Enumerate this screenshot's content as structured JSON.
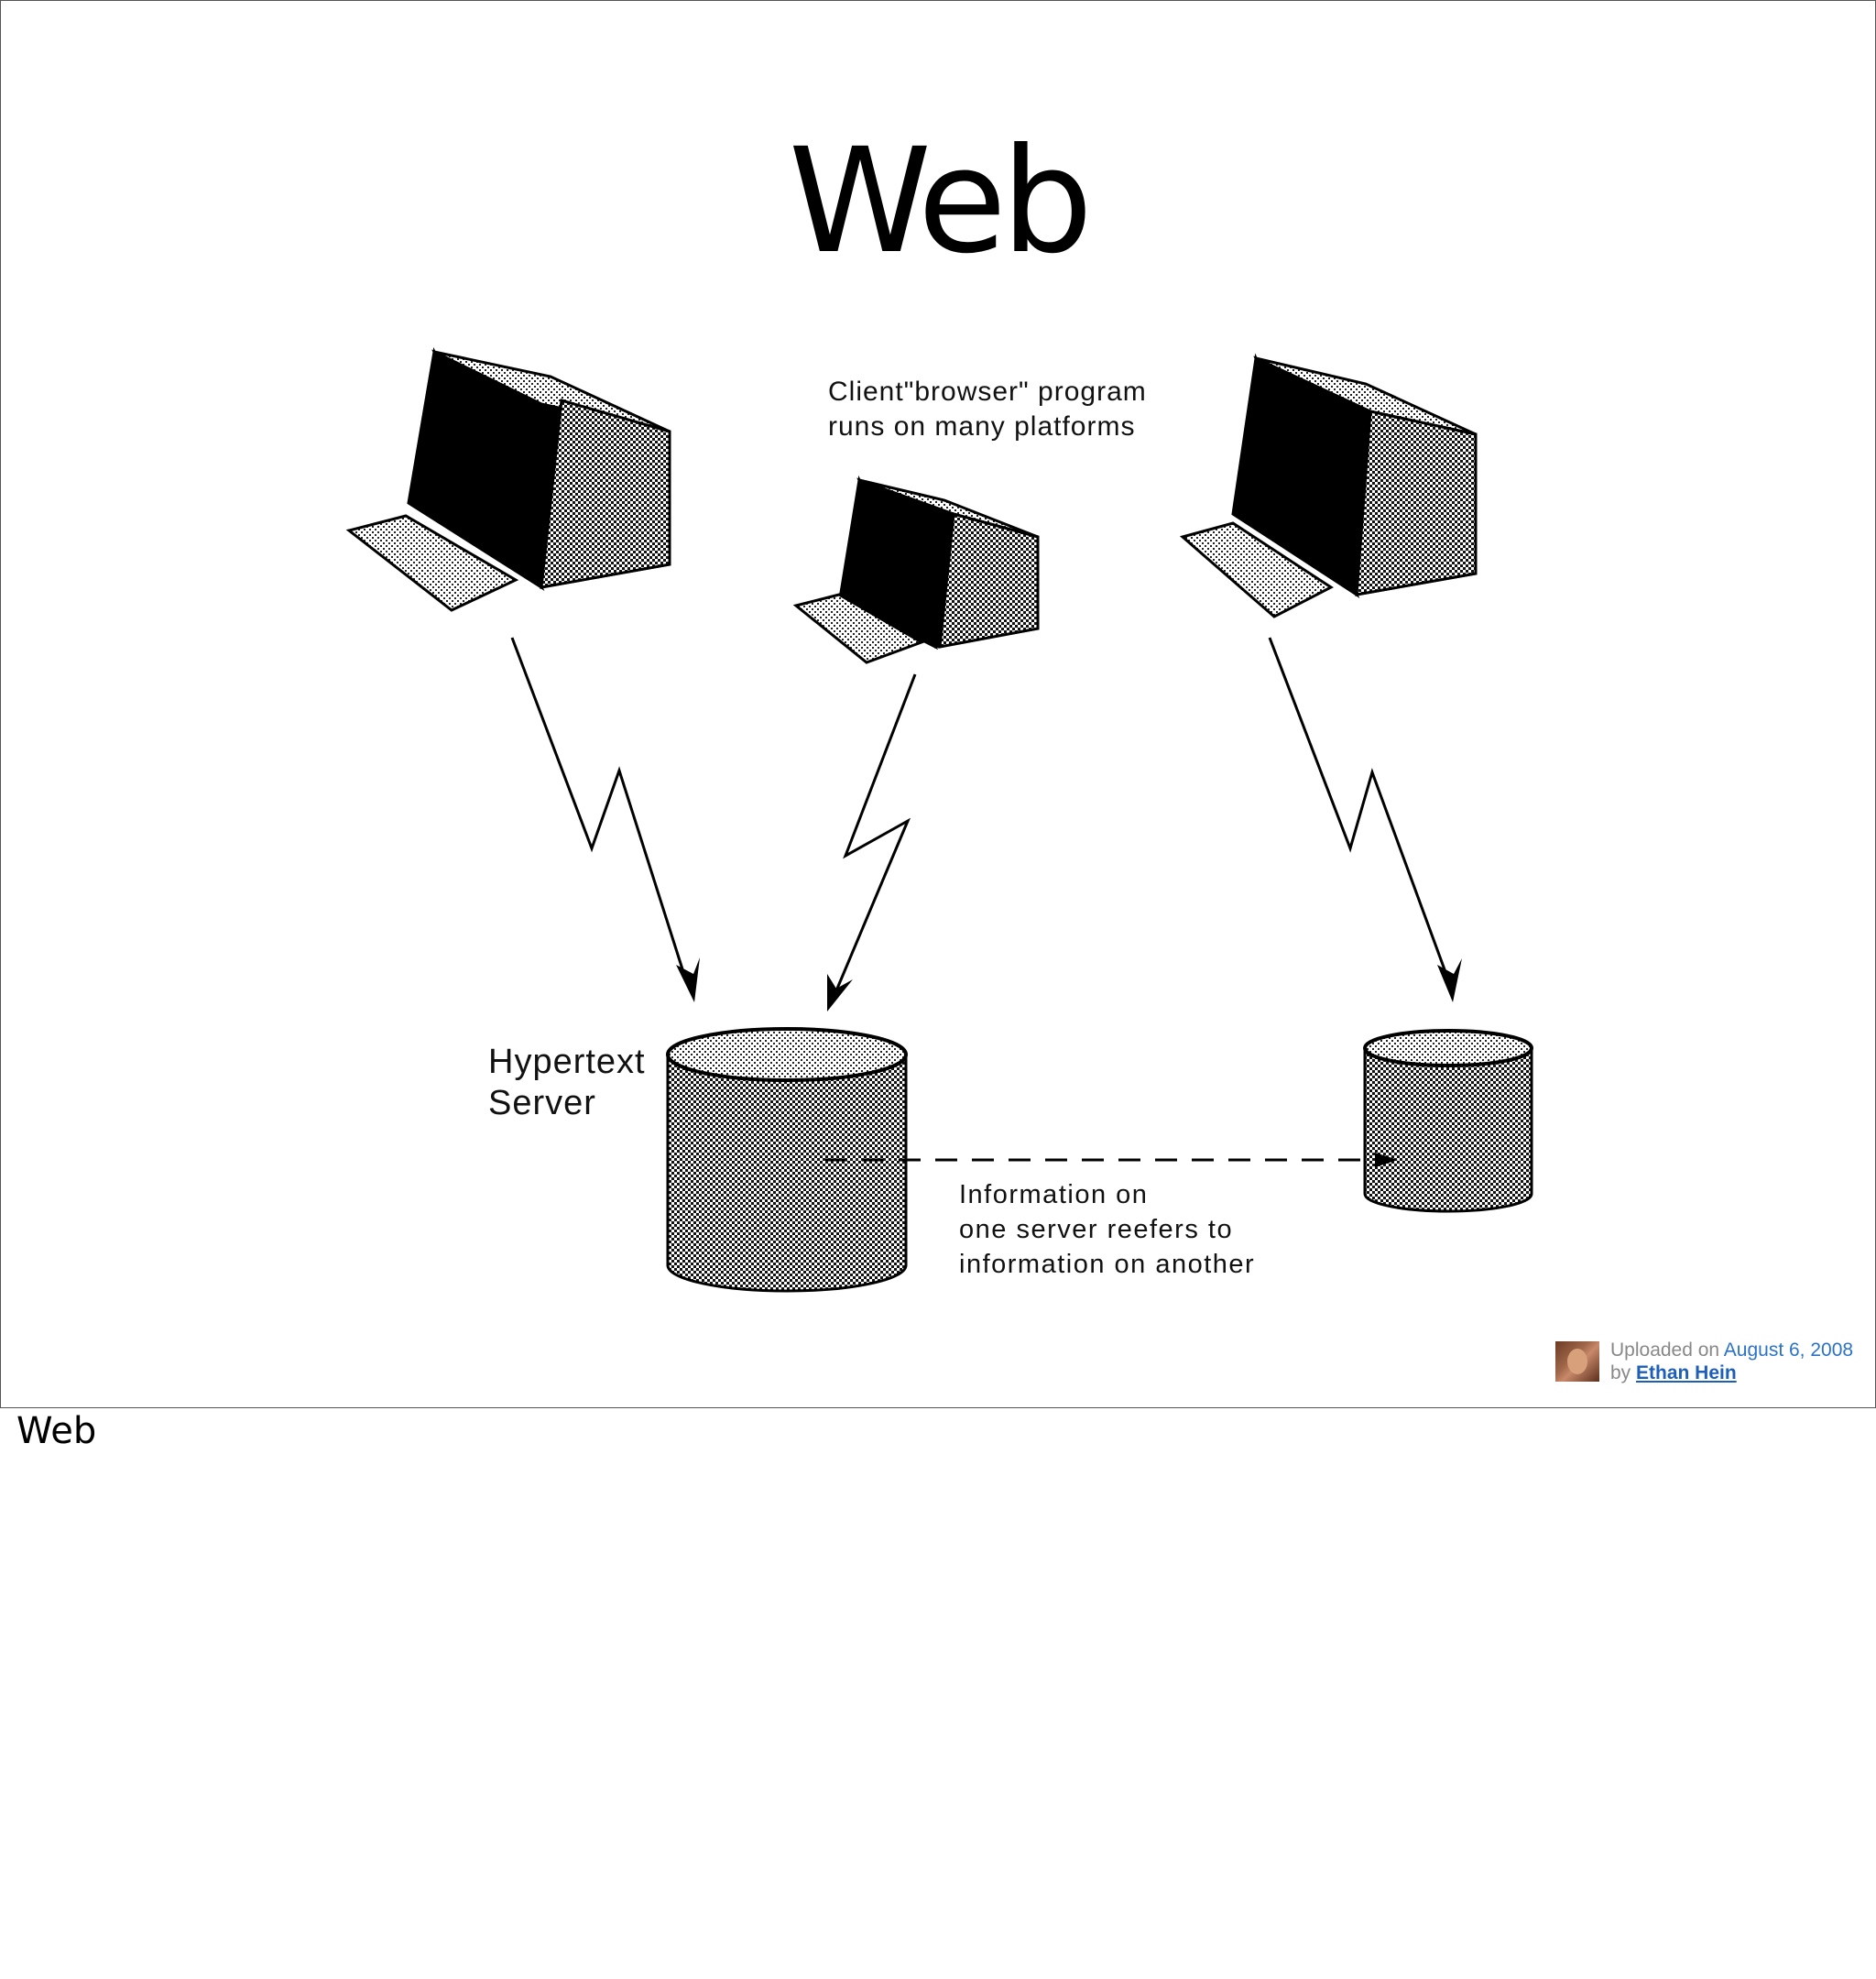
{
  "slide": {
    "title": "Web"
  },
  "diagram": {
    "client_label": [
      "Client\"browser\" program",
      "runs on many platforms"
    ],
    "server_label": [
      "Hypertext",
      "Server"
    ],
    "info_label": [
      "Information on",
      "one server reefers to",
      "information on another"
    ]
  },
  "credit": {
    "uploaded_prefix": "Uploaded on ",
    "date": "August 6, 2008",
    "by_prefix": "by ",
    "author": "Ethan Hein"
  },
  "caption": "Web"
}
